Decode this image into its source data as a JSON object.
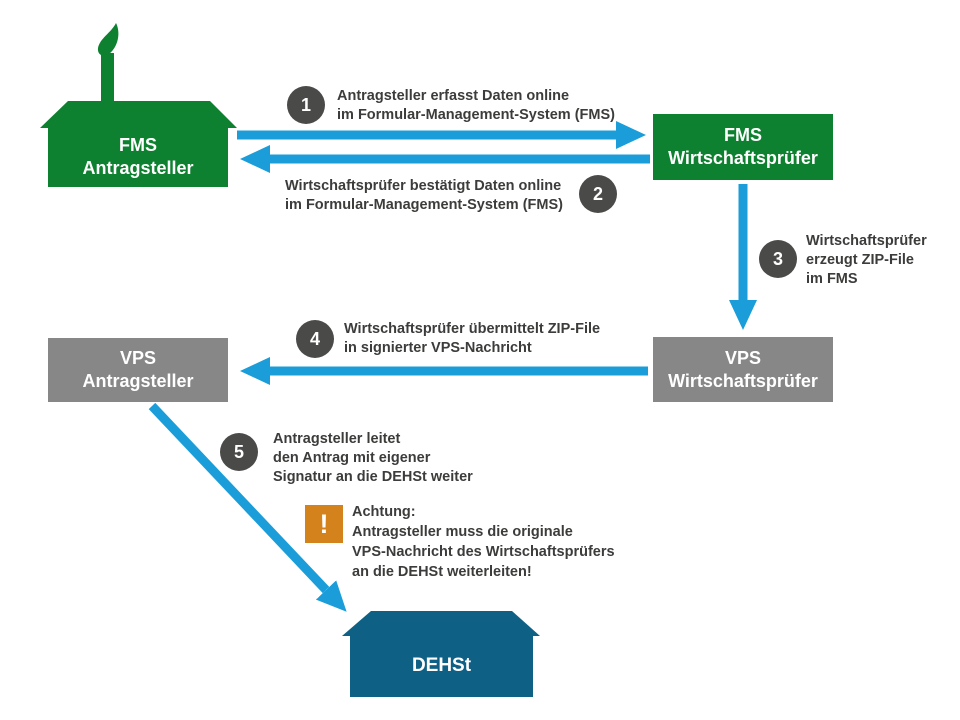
{
  "diagram": {
    "nodes": {
      "fms_antragsteller": {
        "line1": "FMS",
        "line2": "Antragsteller"
      },
      "fms_wirtschaftspruefer": {
        "line1": "FMS",
        "line2": "Wirtschaftsprüfer"
      },
      "vps_antragsteller": {
        "line1": "VPS",
        "line2": "Antragsteller"
      },
      "vps_wirtschaftspruefer": {
        "line1": "VPS",
        "line2": "Wirtschaftsprüfer"
      },
      "dehst": {
        "line1": "DEHSt",
        "line2": ""
      }
    },
    "steps": [
      {
        "number": "1",
        "lines": [
          "Antragsteller erfasst Daten online",
          "im Formular-Management-System (FMS)"
        ]
      },
      {
        "number": "2",
        "lines": [
          "Wirtschaftsprüfer bestätigt Daten online",
          "im Formular-Management-System (FMS)"
        ]
      },
      {
        "number": "3",
        "lines": [
          "Wirtschaftsprüfer",
          "erzeugt ZIP-File",
          "im FMS"
        ]
      },
      {
        "number": "4",
        "lines": [
          "Wirtschaftsprüfer übermittelt ZIP-File",
          "in signierter VPS-Nachricht"
        ]
      },
      {
        "number": "5",
        "lines": [
          "Antragsteller leitet",
          "den Antrag mit eigener",
          "Signatur an die DEHSt weiter"
        ]
      }
    ],
    "warning": {
      "icon_glyph": "!",
      "title": "Achtung:",
      "lines": [
        "Antragsteller muss die originale",
        "VPS-Nachricht des Wirtschaftsprüfers",
        "an die DEHSt weiterleiten!"
      ]
    },
    "colors": {
      "fms_green": "#0e8130",
      "vps_gray": "#878787",
      "dehst_teal": "#0f6085",
      "arrow_blue": "#1a9dd9",
      "step_circle_gray": "#4a4a49",
      "warning_orange": "#d4821c",
      "text_dark": "#3c3c3b"
    }
  }
}
